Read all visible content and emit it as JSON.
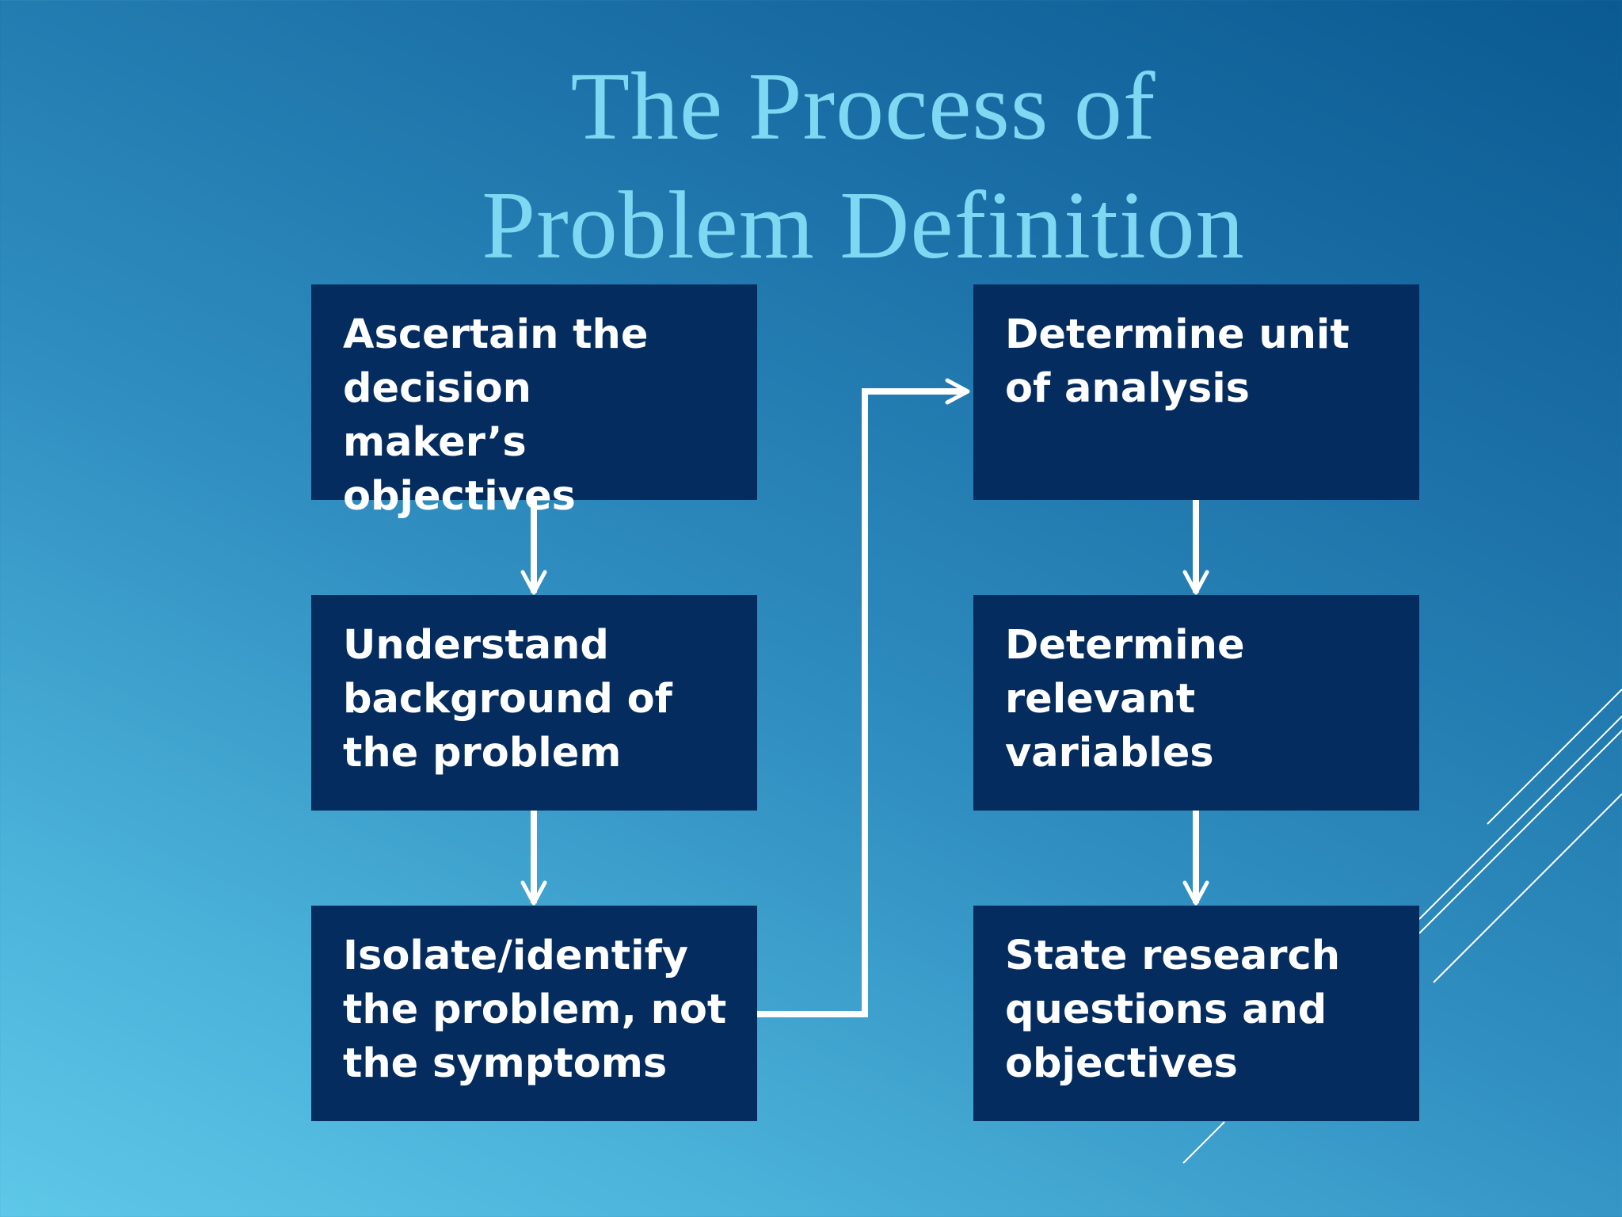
{
  "title": {
    "line1": "The Process of",
    "line2": "Problem Definition"
  },
  "steps": [
    {
      "text": "Ascertain the decision maker’s objectives"
    },
    {
      "text": "Understand background of the problem"
    },
    {
      "text": "Isolate/identify the problem, not the symptoms"
    },
    {
      "text": "Determine unit of analysis"
    },
    {
      "text": "Determine relevant variables"
    },
    {
      "text": "State research questions and objectives"
    }
  ],
  "colors": {
    "title": "#7fd8f2",
    "box": "#042c5e",
    "box_text": "#ffffff",
    "connector": "#ffffff"
  }
}
